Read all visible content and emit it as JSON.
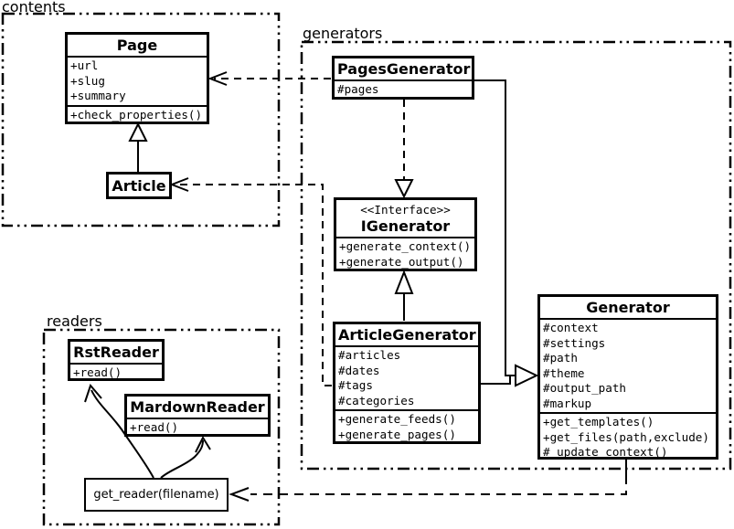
{
  "packages": {
    "contents": {
      "label": "contents"
    },
    "generators": {
      "label": "generators"
    },
    "readers": {
      "label": "readers"
    }
  },
  "classes": {
    "page": {
      "name": "Page",
      "attributes": [
        "+url",
        "+slug",
        "+summary"
      ],
      "methods": [
        "+check_properties()"
      ]
    },
    "article": {
      "name": "Article"
    },
    "pages_generator": {
      "name": "PagesGenerator",
      "attributes": [
        "#pages"
      ]
    },
    "igenerator": {
      "stereotype": "<<Interface>>",
      "name": "IGenerator",
      "methods": [
        "+generate_context()",
        "+generate_output()"
      ]
    },
    "article_generator": {
      "name": "ArticleGenerator",
      "attributes": [
        "#articles",
        "#dates",
        "#tags",
        "#categories"
      ],
      "methods": [
        "+generate_feeds()",
        "+generate_pages()"
      ]
    },
    "generator": {
      "name": "Generator",
      "attributes": [
        "#context",
        "#settings",
        "#path",
        "#theme",
        "#output_path",
        "#markup"
      ],
      "methods": [
        "+get_templates()",
        "+get_files(path,exclude)",
        "#_update_context()"
      ]
    },
    "rst_reader": {
      "name": "RstReader",
      "methods": [
        "+read()"
      ]
    },
    "mardown_reader": {
      "name": "MardownReader",
      "methods": [
        "+read()"
      ]
    },
    "get_reader": {
      "label": "get_reader(filename)"
    }
  },
  "relationships": [
    {
      "from": "Article",
      "to": "Page",
      "type": "inheritance"
    },
    {
      "from": "PagesGenerator",
      "to": "IGenerator",
      "type": "realization"
    },
    {
      "from": "ArticleGenerator",
      "to": "IGenerator",
      "type": "inheritance"
    },
    {
      "from": "PagesGenerator",
      "to": "Generator",
      "type": "inheritance"
    },
    {
      "from": "ArticleGenerator",
      "to": "Generator",
      "type": "inheritance"
    },
    {
      "from": "PagesGenerator",
      "to": "Page",
      "type": "dependency"
    },
    {
      "from": "ArticleGenerator",
      "to": "Article",
      "type": "dependency"
    },
    {
      "from": "Generator",
      "to": "get_reader(filename)",
      "type": "dependency"
    },
    {
      "from": "get_reader(filename)",
      "to": "RstReader",
      "type": "call-arrow"
    },
    {
      "from": "get_reader(filename)",
      "to": "MardownReader",
      "type": "call-arrow"
    }
  ],
  "colors": {
    "line": "#000000",
    "background": "#ffffff",
    "text": "#000000"
  }
}
